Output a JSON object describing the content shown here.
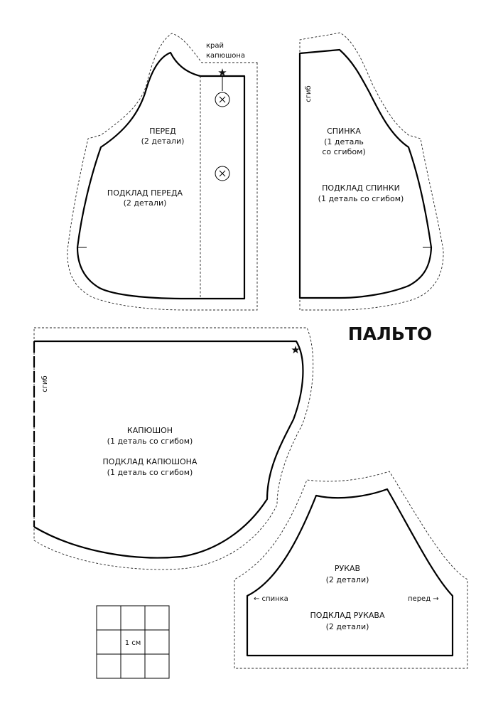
{
  "title": "ПАЛЬТО",
  "front": {
    "name": "ПЕРЕД",
    "count": "(2 детали)",
    "lining": "ПОДКЛАД ПЕРЕДА",
    "lining_count": "(2 детали)",
    "hood_edge_1": "край",
    "hood_edge_2": "капюшона"
  },
  "back": {
    "fold": "сгиб",
    "name": "СПИНКА",
    "count_1": "(1 деталь",
    "count_2": "со сгибом)",
    "lining": "ПОДКЛАД СПИНКИ",
    "lining_count": "(1 деталь со сгибом)"
  },
  "hood": {
    "fold": "сгиб",
    "name": "КАПЮШОН",
    "count": "(1 деталь со сгибом)",
    "lining": "ПОДКЛАД КАПЮШОНА",
    "lining_count": "(1 деталь со сгибом)"
  },
  "sleeve": {
    "name": "РУКАВ",
    "count": "(2 детали)",
    "back_side": "← спинка",
    "front_side": "перед →",
    "lining": "ПОДКЛАД РУКАВА",
    "lining_count": "(2 детали)"
  },
  "scale": {
    "label": "1 см"
  }
}
